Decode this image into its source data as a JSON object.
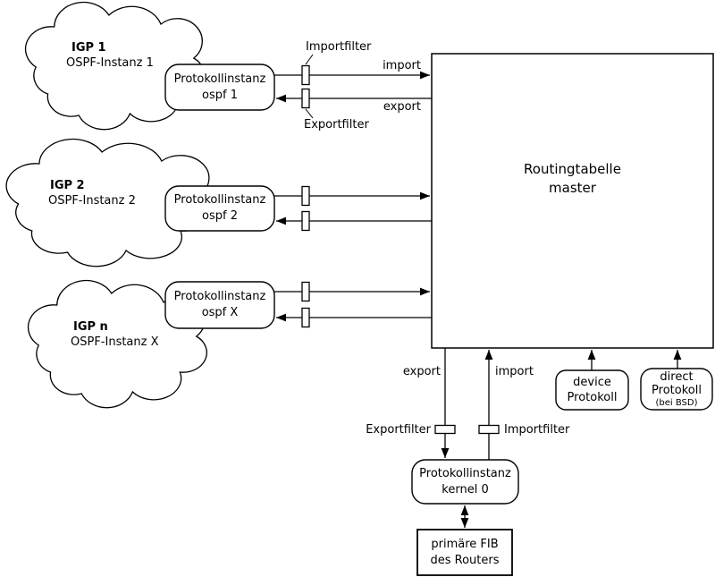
{
  "clouds": [
    {
      "name": "IGP 1",
      "subtitle": "OSPF-Instanz 1"
    },
    {
      "name": "IGP 2",
      "subtitle": "OSPF-Instanz 2"
    },
    {
      "name": "IGP n",
      "subtitle": "OSPF-Instanz X"
    }
  ],
  "protocol_instances": [
    {
      "line1": "Protokollinstanz",
      "line2": "ospf 1"
    },
    {
      "line1": "Protokollinstanz",
      "line2": "ospf 2"
    },
    {
      "line1": "Protokollinstanz",
      "line2": "ospf X"
    }
  ],
  "routing_table": {
    "line1": "Routingtabelle",
    "line2": "master"
  },
  "top_filters": {
    "import": "Importfilter",
    "export": "Exportfilter"
  },
  "top_edges": {
    "import": "import",
    "export": "export"
  },
  "bottom_edges": {
    "export": "export",
    "import": "import"
  },
  "bottom_filters": {
    "export": "Exportfilter",
    "import": "Importfilter"
  },
  "kernel_instance": {
    "line1": "Protokollinstanz",
    "line2": "kernel 0"
  },
  "fib": {
    "line1": "primäre FIB",
    "line2": "des Routers"
  },
  "device_protocol": {
    "line1": "device",
    "line2": "Protokoll"
  },
  "direct_protocol": {
    "line1": "direct",
    "line2": "Protokoll",
    "line3": "(bei BSD)"
  },
  "colors": {
    "stroke": "#000000",
    "background": "#ffffff"
  }
}
